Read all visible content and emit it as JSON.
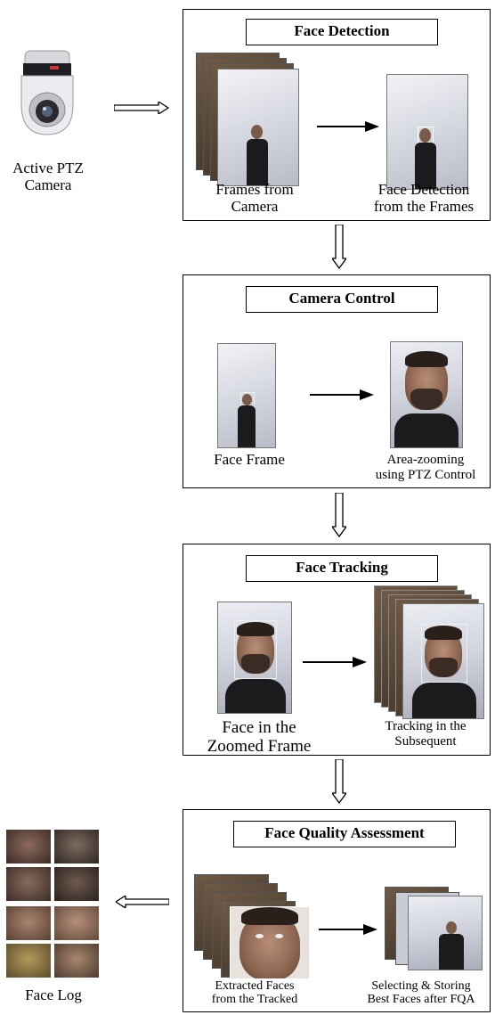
{
  "camera": {
    "label_line1": "Active PTZ",
    "label_line2": "Camera"
  },
  "stages": [
    {
      "title": "Face Detection",
      "left_caption": [
        "Frames from",
        "Camera"
      ],
      "right_caption": [
        "Face Detection",
        "from the Frames"
      ]
    },
    {
      "title": "Camera Control",
      "left_caption": [
        "Face Frame"
      ],
      "right_caption": [
        "Area-zooming",
        "using PTZ Control"
      ]
    },
    {
      "title": "Face Tracking",
      "left_caption": [
        "Face in the",
        "Zoomed Frame"
      ],
      "right_caption": [
        "Tracking in the",
        "Subsequent"
      ]
    },
    {
      "title": "Face Quality Assessment",
      "left_caption": [
        "Extracted Faces",
        "from the Tracked"
      ],
      "right_caption": [
        "Selecting & Storing",
        "Best Faces after FQA"
      ]
    }
  ],
  "face_log": {
    "label": "Face Log"
  },
  "colors": {
    "stroke": "#000000",
    "background": "#ffffff"
  }
}
